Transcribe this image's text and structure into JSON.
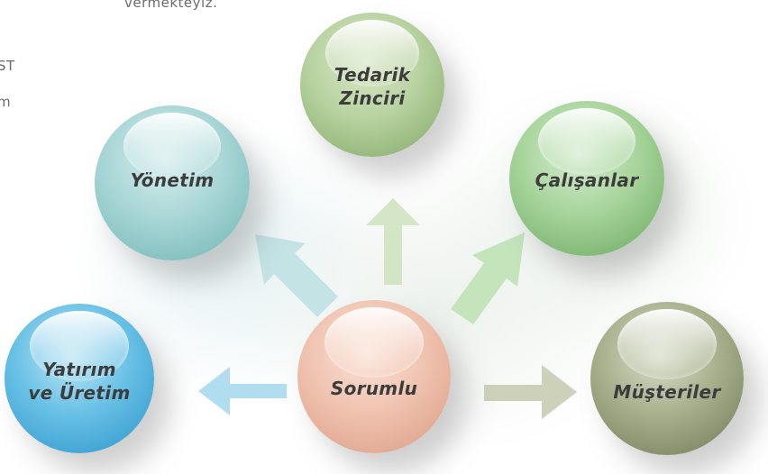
{
  "fragments": {
    "top": "vermekteyiz.",
    "line_st": "ST",
    "line_m": "m"
  },
  "center": {
    "label": "Sorumlu",
    "color": "#f0c3b0"
  },
  "nodes": [
    {
      "id": "tedarik",
      "label_lines": [
        "Tedarik",
        "Zinciri"
      ],
      "color": "#b8d2a0"
    },
    {
      "id": "yonetim",
      "label_lines": [
        "Yönetim"
      ],
      "color": "#a9d6d6"
    },
    {
      "id": "calisanlar",
      "label_lines": [
        "Çalışanlar"
      ],
      "color": "#a7d49b"
    },
    {
      "id": "yatirim",
      "label_lines": [
        "Yatırım",
        "ve Üretim"
      ],
      "color": "#69c1e6"
    },
    {
      "id": "musteriler",
      "label_lines": [
        "Müşteriler"
      ],
      "color": "#a9b08d"
    }
  ],
  "arrow_colors": {
    "to_tedarik": "#cfe3bf",
    "to_yonetim": "#bfe1e3",
    "to_calisanlar": "#bfe2b6",
    "to_yatirim": "#a9d9f0",
    "to_musteriler": "#c9ccb3"
  }
}
